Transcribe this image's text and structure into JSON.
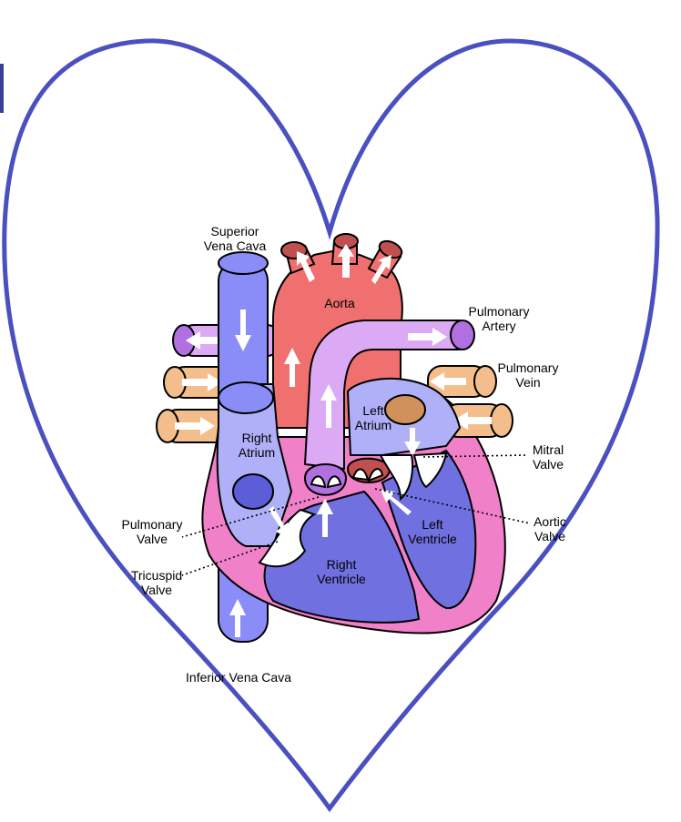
{
  "colors": {
    "outline": "#4a50c0",
    "aorta": "#f07070",
    "aorta_dark": "#c05050",
    "pulmonary_artery": "#dcaaf5",
    "pulmonary_artery_dark": "#b070e0",
    "vein": "#f4be8c",
    "vein_dark": "#d0925a",
    "vena_cava": "#8a8cf8",
    "vena_cava_dark": "#5c5ed8",
    "right_atrium": "#b0b0f8",
    "left_atrium": "#b0b0f8",
    "ventricle": "#7070e0",
    "myocardium": "#f080c8",
    "valve": "#ffffff"
  },
  "labels": {
    "superior_vena_cava": [
      "Superior",
      "Vena Cava"
    ],
    "aorta": "Aorta",
    "pulmonary_artery": [
      "Pulmonary",
      "Artery"
    ],
    "pulmonary_vein": [
      "Pulmonary",
      "Vein"
    ],
    "left_atrium": [
      "Left",
      "Atrium"
    ],
    "right_atrium": [
      "Right",
      "Atrium"
    ],
    "mitral_valve": [
      "Mitral",
      "Valve"
    ],
    "aortic_valve": [
      "Aortic",
      "Valve"
    ],
    "pulmonary_valve": [
      "Pulmonary",
      "Valve"
    ],
    "tricuspid_valve": [
      "Tricuspid",
      "Valve"
    ],
    "left_ventricle": [
      "Left",
      "Ventricle"
    ],
    "right_ventricle": [
      "Right",
      "Ventricle"
    ],
    "inferior_vena_cava": "Inferior Vena Cava"
  }
}
